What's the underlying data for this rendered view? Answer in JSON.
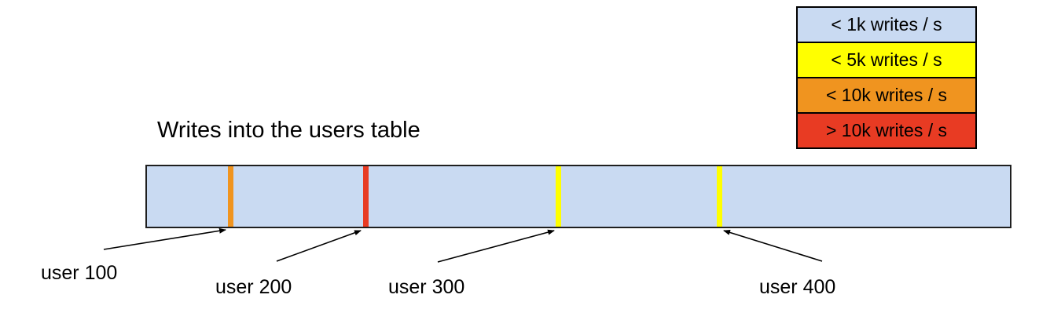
{
  "title": "Writes into the users table",
  "legend": {
    "items": [
      {
        "label": "< 1k writes / s",
        "color": "#c9daf2"
      },
      {
        "label": "< 5k writes / s",
        "color": "#ffff00"
      },
      {
        "label": "< 10k writes / s",
        "color": "#f0941f"
      },
      {
        "label": "> 10k writes / s",
        "color": "#e83b23"
      }
    ]
  },
  "bar": {
    "fill_color": "#c9daf2",
    "border_color": "#1f1f1f",
    "fill_rate_category": "< 1k writes / s"
  },
  "markers": [
    {
      "user": "user 100",
      "color": "#f0941f",
      "rate_category": "< 10k writes / s"
    },
    {
      "user": "user 200",
      "color": "#e83b23",
      "rate_category": "> 10k writes / s"
    },
    {
      "user": "user 300",
      "color": "#ffff00",
      "rate_category": "< 5k writes / s"
    },
    {
      "user": "user 400",
      "color": "#ffff00",
      "rate_category": "< 5k writes / s"
    }
  ]
}
